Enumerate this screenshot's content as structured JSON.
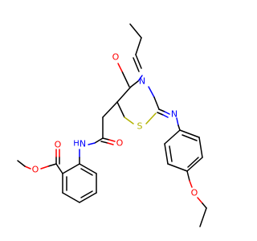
{
  "molecule": {
    "atoms": {
      "oxygen_ketone": "O",
      "nitrogen_ring": "N",
      "sulfur_ring": "S",
      "nitrogen_imine": "N",
      "oxygen_amide": "O",
      "nitrogen_amide": "N",
      "hydrogen_amide": "H",
      "oxygen_ester_carbonyl": "O",
      "oxygen_ester": "O",
      "oxygen_ether": "O"
    },
    "colors": {
      "carbon_bond": "#000000",
      "oxygen": "#ff0000",
      "nitrogen": "#0000ff",
      "sulfur": "#b2b200",
      "background": "#ffffff"
    }
  }
}
